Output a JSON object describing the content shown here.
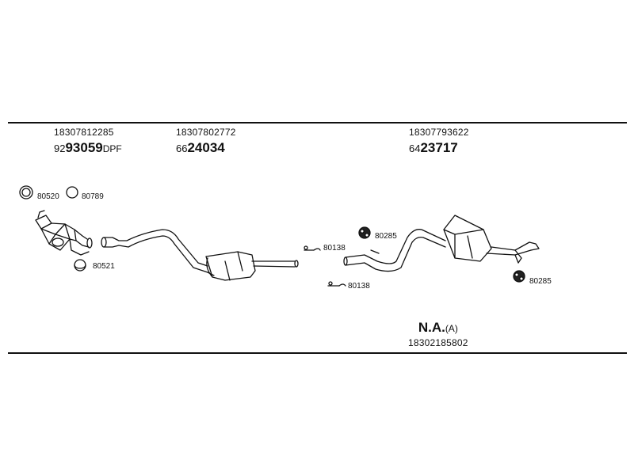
{
  "parts": {
    "catalyst": {
      "oe_number": "18307812285",
      "prefix": "92",
      "number": "93059",
      "suffix": "DPF"
    },
    "front_muffler": {
      "oe_number": "18307802772",
      "prefix": "66",
      "number": "24034",
      "suffix": ""
    },
    "rear_muffler": {
      "oe_number": "18307793622",
      "prefix": "64",
      "number": "23717",
      "suffix": ""
    },
    "not_available": {
      "text": "N.A.",
      "note": "(A)",
      "oe_number": "18302185802"
    }
  },
  "hardware": {
    "clamp_80520": "80520",
    "ring_80789": "80789",
    "clamp_80521": "80521",
    "hanger_80138_upper": "80138",
    "hanger_80138_lower": "80138",
    "rubber_80285_upper": "80285",
    "rubber_80285_right": "80285"
  },
  "colors": {
    "line": "#111111",
    "background": "#ffffff"
  }
}
